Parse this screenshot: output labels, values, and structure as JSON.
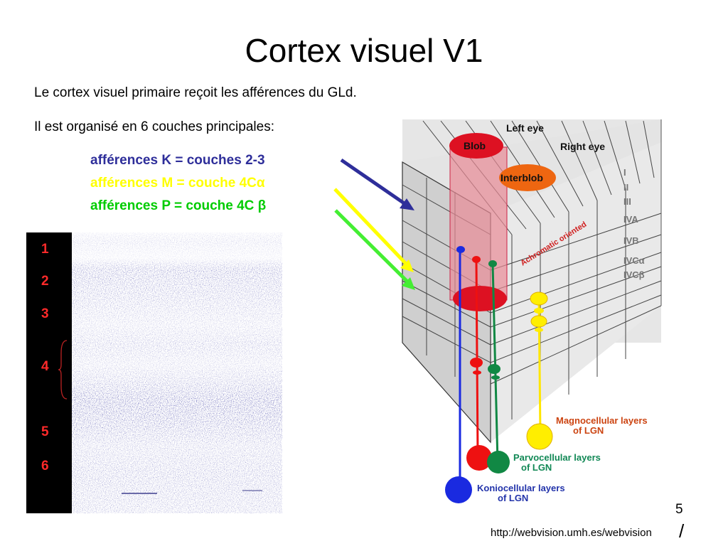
{
  "slide": {
    "title": "Cortex visuel V1",
    "line1": "Le cortex visuel primaire reçoit les afférences du GLd.",
    "line2": "Il est organisé en 6 couches principales:",
    "afferences": [
      {
        "text": "afférences K = couches 2-3",
        "color": "#2e2e9a"
      },
      {
        "text": "afférences M = couche 4Cα",
        "color": "#ffff00"
      },
      {
        "text": "afférences P = couche 4C β",
        "color": "#00cc00"
      }
    ],
    "page_number": "5",
    "source": "http://webvision.umh.es/webvision",
    "source_slash": "/"
  },
  "layer_numbers": [
    "1",
    "2",
    "3",
    "4",
    "5",
    "6"
  ],
  "diagram": {
    "left_eye": "Left eye",
    "right_eye": "Right eye",
    "blob": "Blob",
    "interblob": "Interblob",
    "achromatic": "Achromatic oriented",
    "layers": [
      "I",
      "II",
      "III",
      "IVA",
      "IVB",
      "IVCα",
      "IVCβ"
    ],
    "magno_1": "Magnocellular layers",
    "magno_2": "of LGN",
    "parvo_1": "Parvocellular layers",
    "parvo_2": "of LGN",
    "konio_1": "Koniocellular layers",
    "konio_2": "of LGN"
  },
  "colors": {
    "blue_arrow": "#2e2e9a",
    "yellow_arrow": "#ffff00",
    "green_arrow": "#44ee33",
    "blob_red": "#dd1122",
    "interblob_orange": "#ee6611",
    "konio_blue": "#1a2ae0",
    "parvo_red": "#ee1111",
    "parvo_green": "#118844",
    "magno_yellow": "#ffee00",
    "label_orange": "#cc4411",
    "label_green": "#118855",
    "label_blue": "#2233aa",
    "histology": "#2a2a9a"
  }
}
